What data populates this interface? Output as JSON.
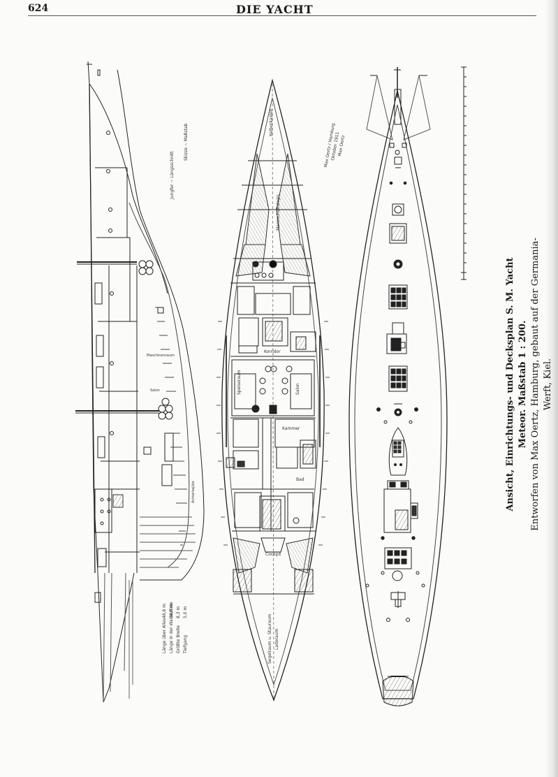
{
  "header": {
    "page_number": "624",
    "running_head": "DIE YACHT"
  },
  "caption": {
    "line1": "Ansicht, Einrichtungs- und Decksplan S. M. Yacht Meteor. Maßstab 1 : 200.",
    "line2": "Entworfen von Max Oertz, Hamburg, gebaut auf der Germania-Werft, Kiel."
  },
  "colors": {
    "ink": "#1a1a1a",
    "paper": "#fbfbf9",
    "hatch": "#6b6b6b"
  }
}
